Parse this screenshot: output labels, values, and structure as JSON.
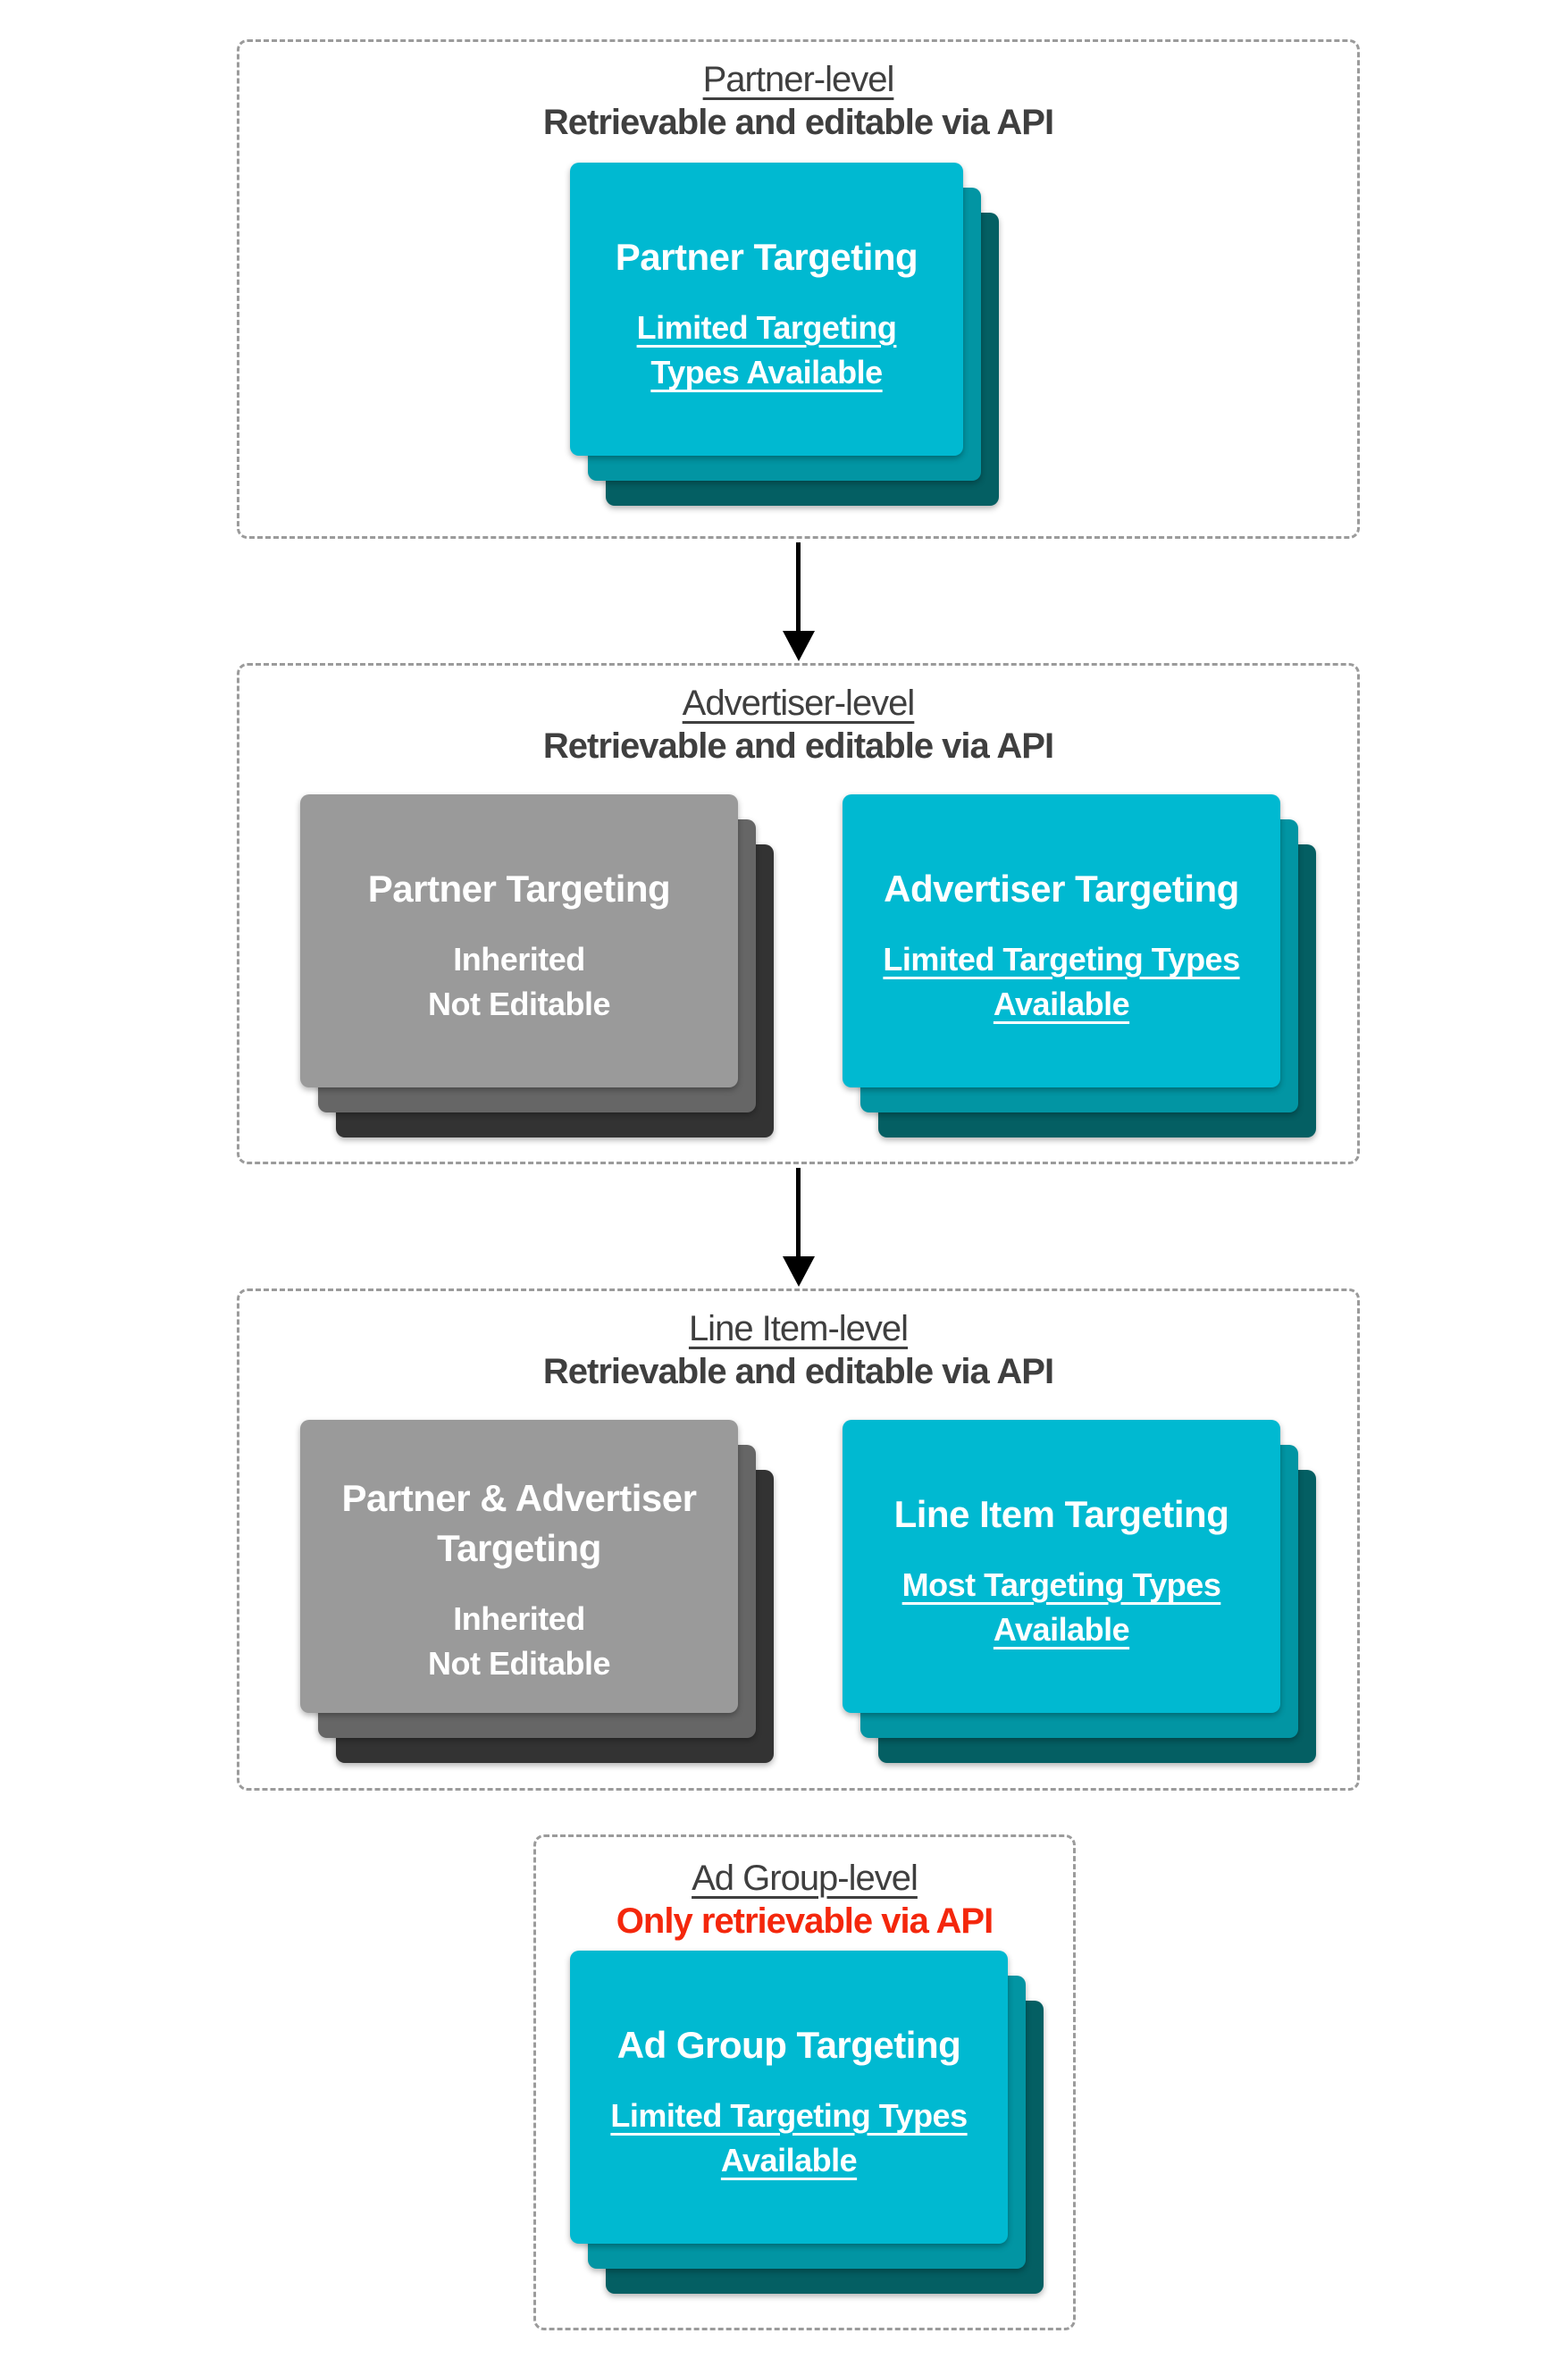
{
  "colors": {
    "teal_front": "#00b9d1",
    "teal_mid": "#0295a3",
    "teal_back": "#045f63",
    "gray_front": "#9a9a9a",
    "gray_mid": "#666666",
    "gray_back": "#333333",
    "title_text": "#3f3f3f",
    "alert_red": "#f4270c",
    "card_text": "#ffffff",
    "dash_border": "#9b9b9b",
    "arrow": "#000000"
  },
  "sections": [
    {
      "title": "Partner-level",
      "subtitle": "Retrievable and editable via API",
      "cards": [
        {
          "variant": "teal",
          "heading": "Partner Targeting",
          "body": [
            "Limited Targeting Types Available"
          ]
        }
      ]
    },
    {
      "title": "Advertiser-level",
      "subtitle": "Retrievable and editable via API",
      "cards": [
        {
          "variant": "gray",
          "heading": "Partner Targeting",
          "body": [
            "Inherited",
            "Not Editable"
          ]
        },
        {
          "variant": "teal",
          "heading": "Advertiser Targeting",
          "body": [
            "Limited Targeting Types Available"
          ]
        }
      ]
    },
    {
      "title": "Line Item-level",
      "subtitle": "Retrievable and editable via API",
      "cards": [
        {
          "variant": "gray",
          "heading": "Partner & Advertiser Targeting",
          "body": [
            "Inherited",
            "Not Editable"
          ]
        },
        {
          "variant": "teal",
          "heading": "Line Item Targeting",
          "body": [
            "Most Targeting Types Available"
          ]
        }
      ]
    },
    {
      "title": "Ad Group-level",
      "subtitle": "Only retrievable via API",
      "cards": [
        {
          "variant": "teal",
          "heading": "Ad Group Targeting",
          "body": [
            "Limited Targeting Types Available"
          ]
        }
      ]
    }
  ]
}
